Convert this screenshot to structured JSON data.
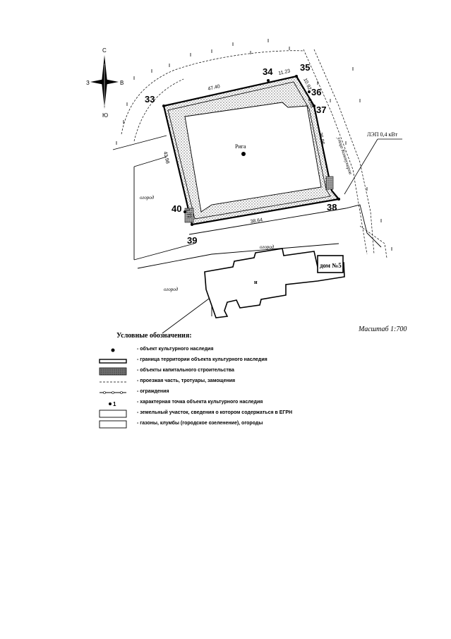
{
  "compass": {
    "north": "С",
    "south": "Ю",
    "west": "З",
    "east": "В"
  },
  "map": {
    "object_label": "Рига",
    "street_label": "улица Коммунаров",
    "power_line_label": "ЛЭП 0,4 кВт",
    "house_label": "дом №5",
    "building_mark": "н",
    "garden_labels": [
      "огород",
      "огород",
      "огород"
    ],
    "points": [
      "33",
      "34",
      "35",
      "36",
      "37",
      "38",
      "39",
      "40"
    ],
    "dimensions": [
      "47.40",
      "11.23",
      "10.92",
      "4.85",
      "36.96",
      "43.98",
      "38.64",
      "1.72"
    ]
  },
  "scale": "Масштаб 1:700",
  "legend": {
    "title": "Условные обозначения:",
    "items": [
      {
        "icon": "dot-marker-icon",
        "text": "- объект культурного наследия"
      },
      {
        "icon": "boundary-line-icon",
        "text": "- граница территории объекта культурного наследия"
      },
      {
        "icon": "capital-building-icon",
        "text": "- объекты капитального строительства"
      },
      {
        "icon": "dashed-road-icon",
        "text": "- проезжая часть, тротуары, замощения"
      },
      {
        "icon": "fence-line-icon",
        "text": "- ограждения"
      },
      {
        "icon": "point-marker-icon",
        "text": "- характерная точка объекта культурного наследия",
        "marker": "1"
      },
      {
        "icon": "parcel-rect-icon",
        "text": "- земельный участок, сведения о котором содержаться в ЕГРН"
      },
      {
        "icon": "lawn-rect-icon",
        "text": "- газоны, клумбы (городское озеленение), огороды"
      }
    ]
  }
}
